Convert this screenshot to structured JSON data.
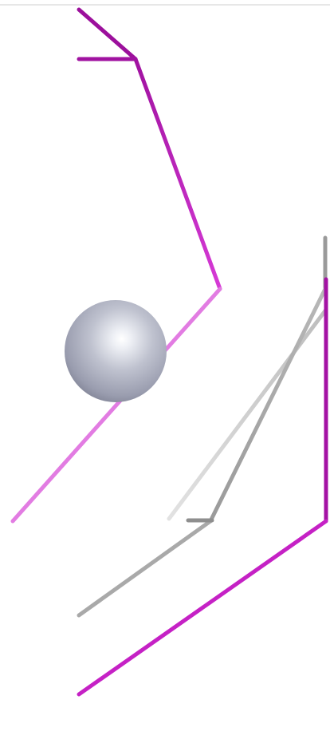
{
  "scene": {
    "background": "#ffffff",
    "top_border_color": "#c8c8c8",
    "palette": {
      "magenta_dark": "#8a0c8a",
      "magenta": "#c41fc4",
      "magenta_bright": "#d93bd9",
      "magenta_light": "#e58ae5",
      "gray_dark": "#8c8c8c",
      "gray": "#a8a8a8",
      "gray_light": "#d2d2d2",
      "sphere_highlight": "#ffffff",
      "sphere_mid": "#b9bcc9",
      "sphere_shadow": "#7e8193"
    },
    "objects": {
      "magenta_frame": "bonds",
      "gray_frame": "bonds",
      "atom": "sphere"
    }
  }
}
